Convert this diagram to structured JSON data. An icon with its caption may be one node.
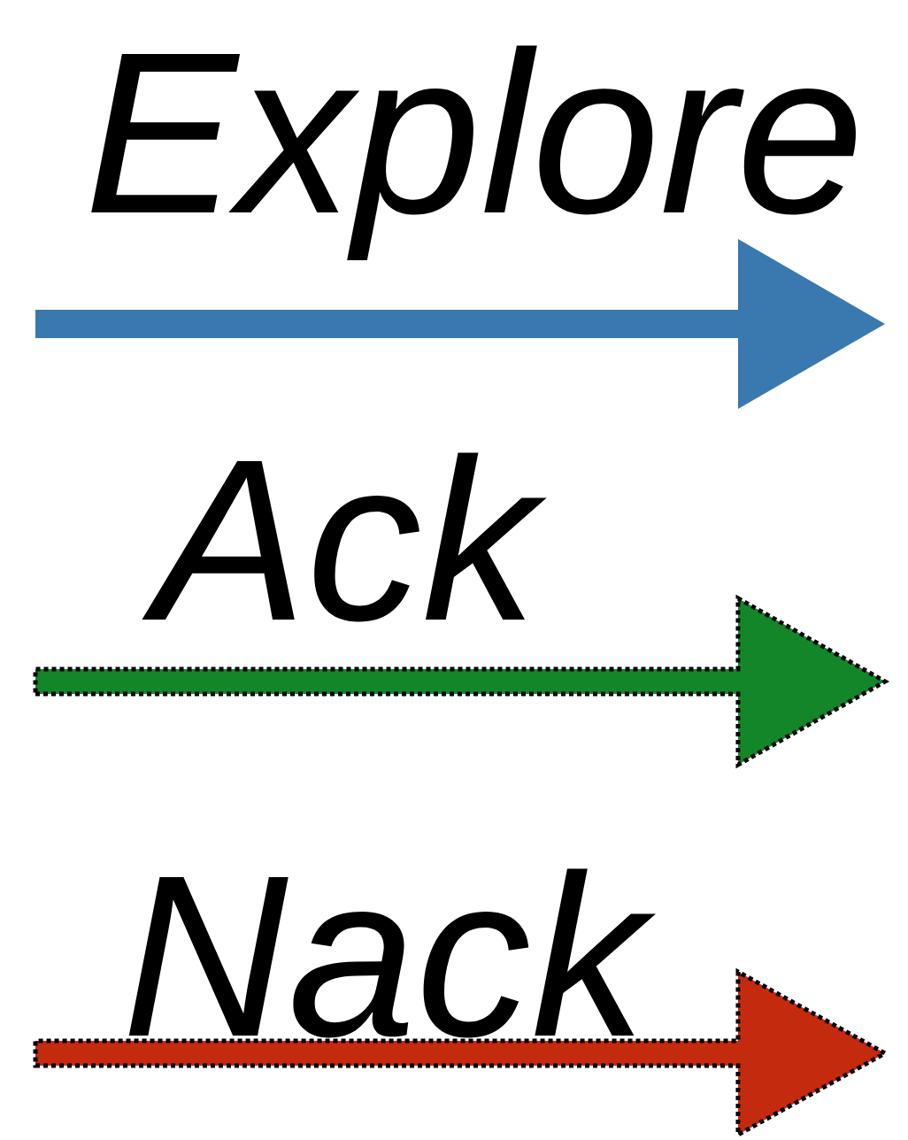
{
  "diagram": {
    "legend": [
      {
        "text": "Explore"
      },
      {
        "text": "Ack"
      },
      {
        "text": "Nack"
      }
    ]
  }
}
